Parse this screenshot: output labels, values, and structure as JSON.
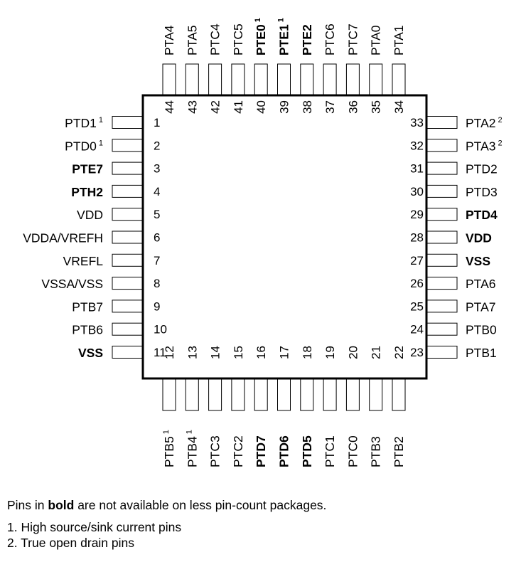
{
  "chip": {
    "pins": {
      "left": [
        {
          "num": "1",
          "name": "PTD1",
          "note": "1",
          "bold": false
        },
        {
          "num": "2",
          "name": "PTD0",
          "note": "1",
          "bold": false
        },
        {
          "num": "3",
          "name": "PTE7",
          "note": "",
          "bold": true
        },
        {
          "num": "4",
          "name": "PTH2",
          "note": "",
          "bold": true
        },
        {
          "num": "5",
          "name": "VDD",
          "note": "",
          "bold": false
        },
        {
          "num": "6",
          "name": "VDDA/VREFH",
          "note": "",
          "bold": false
        },
        {
          "num": "7",
          "name": "VREFL",
          "note": "",
          "bold": false
        },
        {
          "num": "8",
          "name": "VSSA/VSS",
          "note": "",
          "bold": false
        },
        {
          "num": "9",
          "name": "PTB7",
          "note": "",
          "bold": false
        },
        {
          "num": "10",
          "name": "PTB6",
          "note": "",
          "bold": false
        },
        {
          "num": "11",
          "name": "VSS",
          "note": "",
          "bold": true
        }
      ],
      "bottom": [
        {
          "num": "12",
          "name": "PTB5",
          "note": "1",
          "bold": false
        },
        {
          "num": "13",
          "name": "PTB4",
          "note": "1",
          "bold": false
        },
        {
          "num": "14",
          "name": "PTC3",
          "note": "",
          "bold": false
        },
        {
          "num": "15",
          "name": "PTC2",
          "note": "",
          "bold": false
        },
        {
          "num": "16",
          "name": "PTD7",
          "note": "",
          "bold": true
        },
        {
          "num": "17",
          "name": "PTD6",
          "note": "",
          "bold": true
        },
        {
          "num": "18",
          "name": "PTD5",
          "note": "",
          "bold": true
        },
        {
          "num": "19",
          "name": "PTC1",
          "note": "",
          "bold": false
        },
        {
          "num": "20",
          "name": "PTC0",
          "note": "",
          "bold": false
        },
        {
          "num": "21",
          "name": "PTB3",
          "note": "",
          "bold": false
        },
        {
          "num": "22",
          "name": "PTB2",
          "note": "",
          "bold": false
        }
      ],
      "right": [
        {
          "num": "33",
          "name": "PTA2",
          "note": "2",
          "bold": false
        },
        {
          "num": "32",
          "name": "PTA3",
          "note": "2",
          "bold": false
        },
        {
          "num": "31",
          "name": "PTD2",
          "note": "",
          "bold": false
        },
        {
          "num": "30",
          "name": "PTD3",
          "note": "",
          "bold": false
        },
        {
          "num": "29",
          "name": "PTD4",
          "note": "",
          "bold": true
        },
        {
          "num": "28",
          "name": "VDD",
          "note": "",
          "bold": true
        },
        {
          "num": "27",
          "name": "VSS",
          "note": "",
          "bold": true
        },
        {
          "num": "26",
          "name": "PTA6",
          "note": "",
          "bold": false
        },
        {
          "num": "25",
          "name": "PTA7",
          "note": "",
          "bold": false
        },
        {
          "num": "24",
          "name": "PTB0",
          "note": "",
          "bold": false
        },
        {
          "num": "23",
          "name": "PTB1",
          "note": "",
          "bold": false
        }
      ],
      "top": [
        {
          "num": "44",
          "name": "PTA4",
          "note": "",
          "bold": false
        },
        {
          "num": "43",
          "name": "PTA5",
          "note": "",
          "bold": false
        },
        {
          "num": "42",
          "name": "PTC4",
          "note": "",
          "bold": false
        },
        {
          "num": "41",
          "name": "PTC5",
          "note": "",
          "bold": false
        },
        {
          "num": "40",
          "name": "PTE0",
          "note": "1",
          "bold": true
        },
        {
          "num": "39",
          "name": "PTE1",
          "note": "1",
          "bold": true
        },
        {
          "num": "38",
          "name": "PTE2",
          "note": "",
          "bold": true
        },
        {
          "num": "37",
          "name": "PTC6",
          "note": "",
          "bold": false
        },
        {
          "num": "36",
          "name": "PTC7",
          "note": "",
          "bold": false
        },
        {
          "num": "35",
          "name": "PTA0",
          "note": "",
          "bold": false
        },
        {
          "num": "34",
          "name": "PTA1",
          "note": "",
          "bold": false
        }
      ]
    }
  },
  "notes": {
    "legend_prefix": "Pins in ",
    "legend_bold": "bold",
    "legend_suffix": " are not available on less pin-count packages.",
    "footnotes": [
      "1. High source/sink current pins",
      "2. True open drain pins"
    ]
  }
}
